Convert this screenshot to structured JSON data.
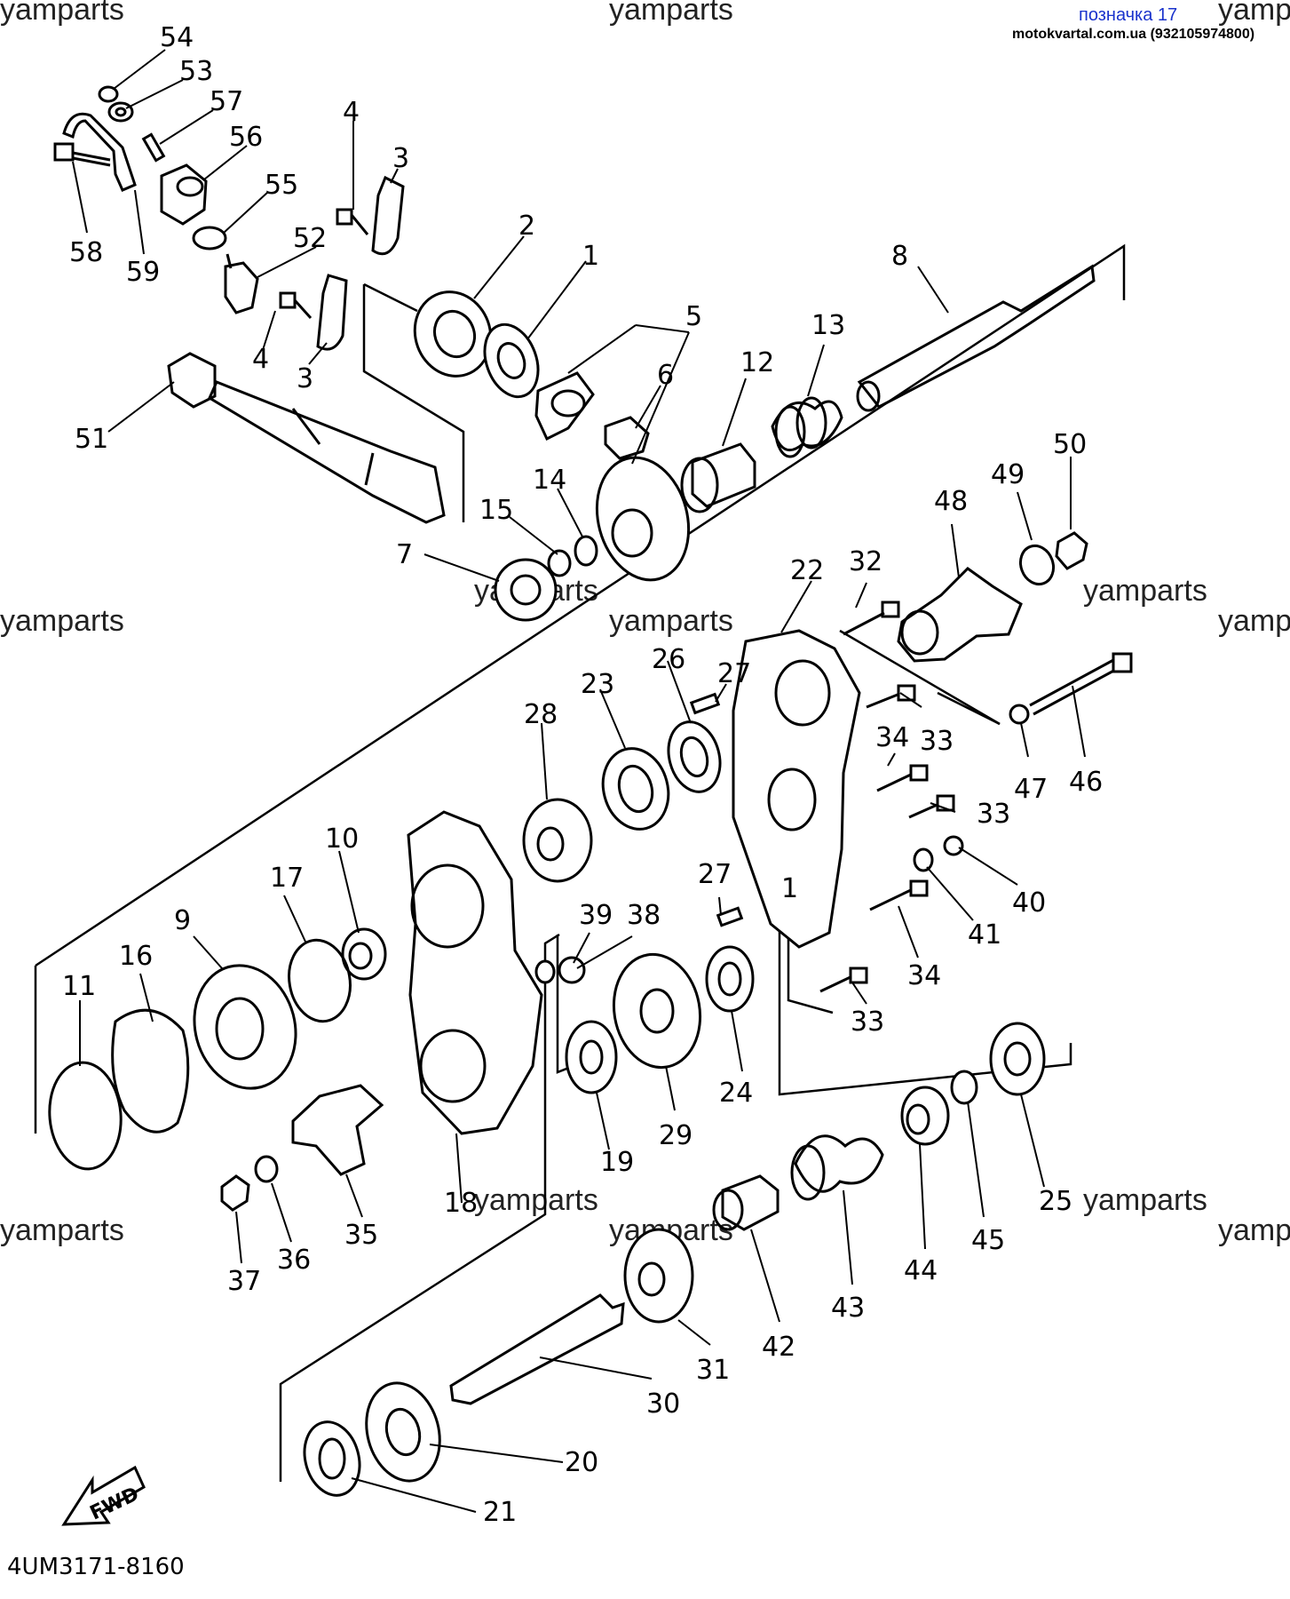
{
  "header": {
    "page_tag": "позначка 17",
    "site": "motokvartal.com.ua (932105974800)"
  },
  "watermark": "yamparts",
  "diagram_code": "4UM3171-8160",
  "fwd_label": "FWD",
  "callouts": {
    "n1a": "1",
    "n2": "2",
    "n3a": "3",
    "n3b": "3",
    "n4a": "4",
    "n4b": "4",
    "n5": "5",
    "n6": "6",
    "n7": "7",
    "n8": "8",
    "n9": "9",
    "n10": "10",
    "n11": "11",
    "n12": "12",
    "n13": "13",
    "n14": "14",
    "n15": "15",
    "n16": "16",
    "n17": "17",
    "n18": "18",
    "n19": "19",
    "n20": "20",
    "n21": "21",
    "n22": "22",
    "n23": "23",
    "n24": "24",
    "n25": "25",
    "n26": "26",
    "n27a": "27",
    "n27b": "27",
    "n28": "28",
    "n29": "29",
    "n30": "30",
    "n31": "31",
    "n32": "32",
    "n33a": "33",
    "n33b": "33",
    "n33c": "33",
    "n34a": "34",
    "n34b": "34",
    "n35": "35",
    "n36": "36",
    "n37": "37",
    "n38": "38",
    "n39": "39",
    "n40": "40",
    "n41": "41",
    "n42": "42",
    "n43": "43",
    "n44": "44",
    "n45": "45",
    "n46": "46",
    "n47": "47",
    "n48": "48",
    "n49": "49",
    "n50": "50",
    "n51": "51",
    "n52": "52",
    "n53": "53",
    "n54": "54",
    "n55": "55",
    "n56": "56",
    "n57": "57",
    "n58": "58",
    "n59": "59",
    "n1b": "1"
  }
}
